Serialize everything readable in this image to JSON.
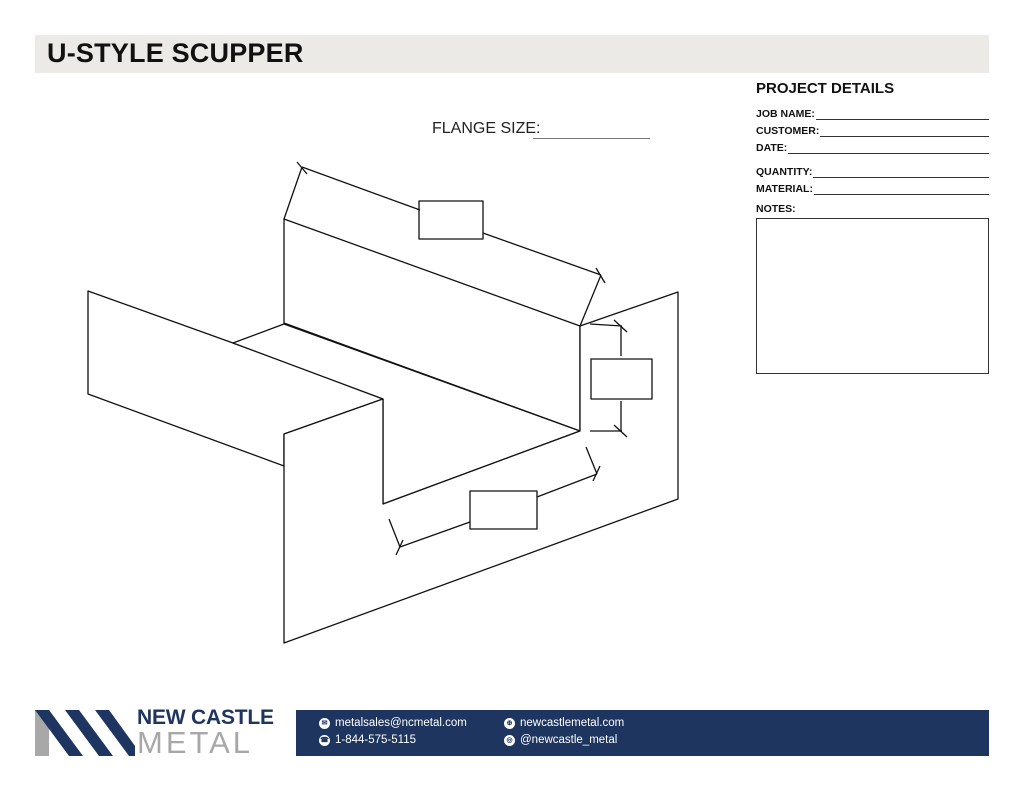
{
  "header": {
    "title": "U-STYLE SCUPPER"
  },
  "drawing": {
    "flange_label": "FLANGE SIZE:"
  },
  "project_details": {
    "heading": "PROJECT DETAILS",
    "fields": {
      "job_name": "JOB NAME:",
      "customer": "CUSTOMER:",
      "date": "DATE:",
      "quantity": "QUANTITY:",
      "material": "MATERIAL:"
    },
    "notes_label": "NOTES:"
  },
  "footer": {
    "logo_top": "NEW CASTLE",
    "logo_bottom": "METAL",
    "email": "metalsales@ncmetal.com",
    "phone": "1-844-575-5115",
    "website": "newcastlemetal.com",
    "social": "@newcastle_metal",
    "icons": [
      "email-icon",
      "phone-icon",
      "globe-icon",
      "instagram-icon"
    ],
    "colors": {
      "brand_navy": "#1e3560",
      "brand_gray": "#a8a8a8"
    }
  }
}
